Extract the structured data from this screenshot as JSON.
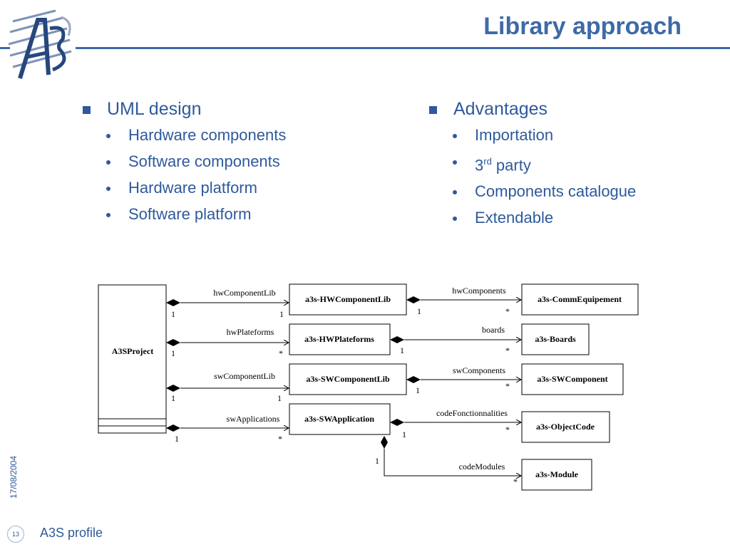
{
  "slide": {
    "title": "Library approach",
    "date": "17/08/2004",
    "page_number": "13",
    "footer_title": "A3S profile",
    "accent_color": "#3e6aa7"
  },
  "left_column": {
    "heading": "UML design",
    "items": [
      "Hardware components",
      "Software components",
      "Hardware platform",
      "Software platform"
    ]
  },
  "right_column": {
    "heading": "Advantages",
    "items": [
      {
        "text": "Importation"
      },
      {
        "text": "3",
        "sup": "rd",
        "rest": " party"
      },
      {
        "text": "Components catalogue"
      },
      {
        "text": "Extendable"
      }
    ]
  },
  "diagram": {
    "project": "A3SProject",
    "libraries": [
      "a3s-HWComponentLib",
      "a3s-HWPlateforms",
      "a3s-SWComponentLib",
      "a3s-SWApplication"
    ],
    "targets": [
      "a3s-CommEquipement",
      "a3s-Boards",
      "a3s-SWComponent",
      "a3s-ObjectCode",
      "a3s-Module"
    ],
    "project_associations": [
      {
        "role": "hwComponentLib",
        "source_mult": "1",
        "target_mult": "1"
      },
      {
        "role": "hwPlateforms",
        "source_mult": "1",
        "target_mult": "*"
      },
      {
        "role": "swComponentLib",
        "source_mult": "1",
        "target_mult": "1"
      },
      {
        "role": "swApplications",
        "source_mult": "1",
        "target_mult": "*"
      }
    ],
    "library_associations": [
      {
        "role": "hwComponents",
        "source_mult": "1",
        "target_mult": "*"
      },
      {
        "role": "boards",
        "source_mult": "1",
        "target_mult": "*"
      },
      {
        "role": "swComponents",
        "source_mult": "1",
        "target_mult": "*"
      },
      {
        "role": "codeFonctionnalities",
        "source_mult": "1",
        "target_mult": "*"
      },
      {
        "role": "codeModules",
        "source_mult": "1",
        "target_mult": "*"
      }
    ]
  }
}
